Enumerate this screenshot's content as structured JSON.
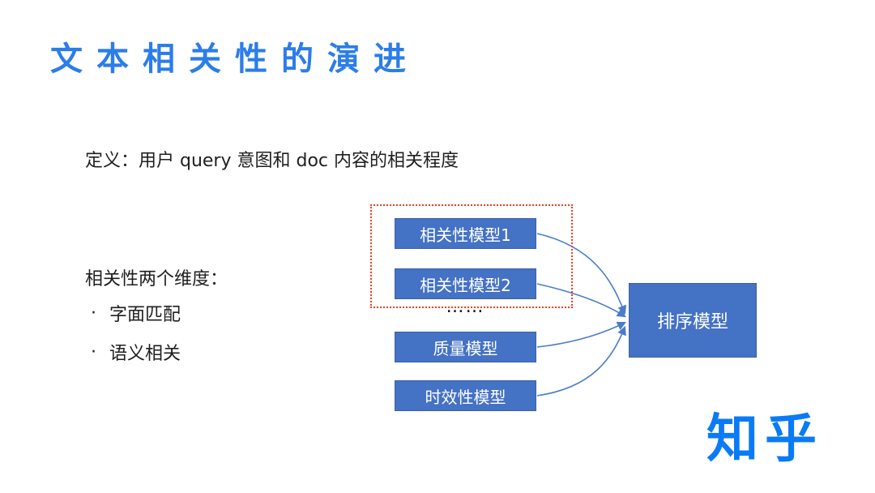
{
  "slide": {
    "title": "文本相关性的演进",
    "definition": "定义：用户 query 意图和 doc 内容的相关程度",
    "dimensions": {
      "heading": "相关性两个维度：",
      "bullet": "·",
      "items": [
        "字面匹配",
        "语义相关"
      ]
    },
    "diagram": {
      "model_boxes": [
        "相关性模型1",
        "相关性模型2",
        "质量模型",
        "时效性模型"
      ],
      "ellipsis": "……",
      "output_box": "排序模型"
    },
    "logo": "知乎",
    "colors": {
      "title_blue": "#2b7de9",
      "box_blue": "#4472c4",
      "box_border": "#3a62a8",
      "arrow_blue": "#4a7cc9",
      "dotted_red": "#ee3c23",
      "logo_blue": "#0a7bf5"
    }
  }
}
